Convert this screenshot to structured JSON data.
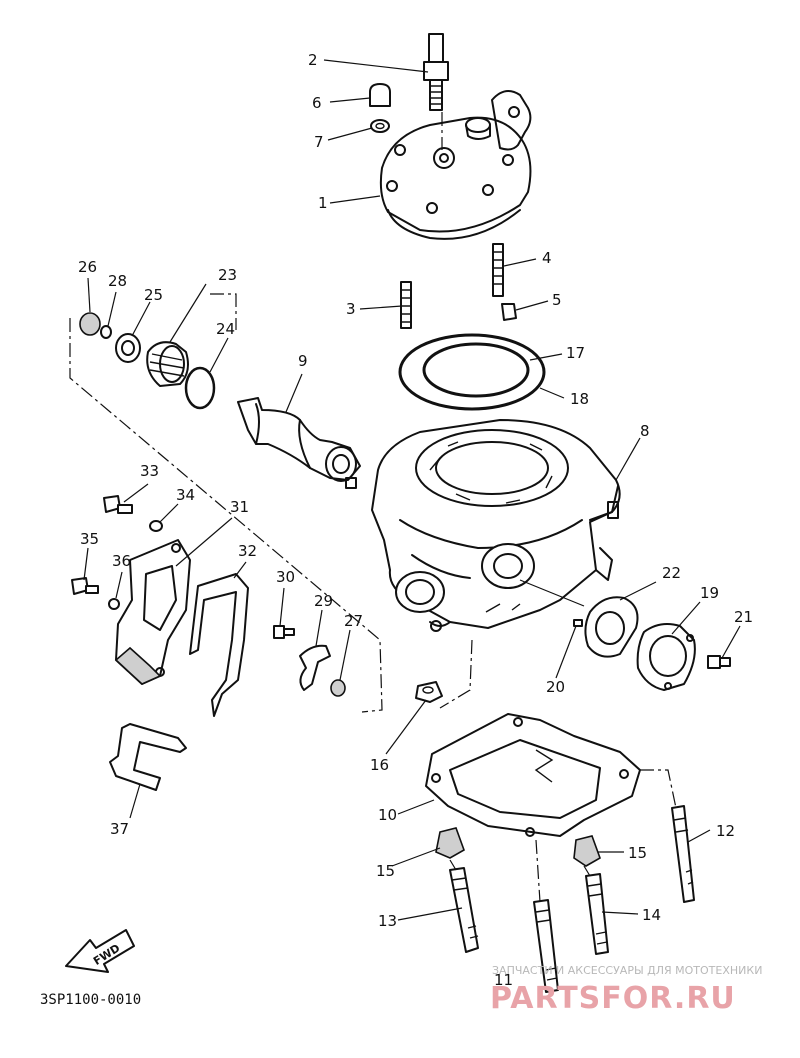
{
  "diagram_code": "3SP1100-0010",
  "direction_label": "FWD",
  "watermark": {
    "tagline": "ЗАПЧАСТИ И АКСЕССУАРЫ ДЛЯ МОТОТЕХНИКИ",
    "site": "PARTSFOR.RU"
  },
  "callouts": [
    "1",
    "2",
    "3",
    "4",
    "5",
    "6",
    "7",
    "8",
    "9",
    "10",
    "11",
    "12",
    "13",
    "14",
    "15",
    "15",
    "16",
    "17",
    "18",
    "19",
    "20",
    "21",
    "22",
    "23",
    "24",
    "25",
    "26",
    "27",
    "28",
    "29",
    "30",
    "31",
    "32",
    "33",
    "34",
    "35",
    "36",
    "37"
  ]
}
